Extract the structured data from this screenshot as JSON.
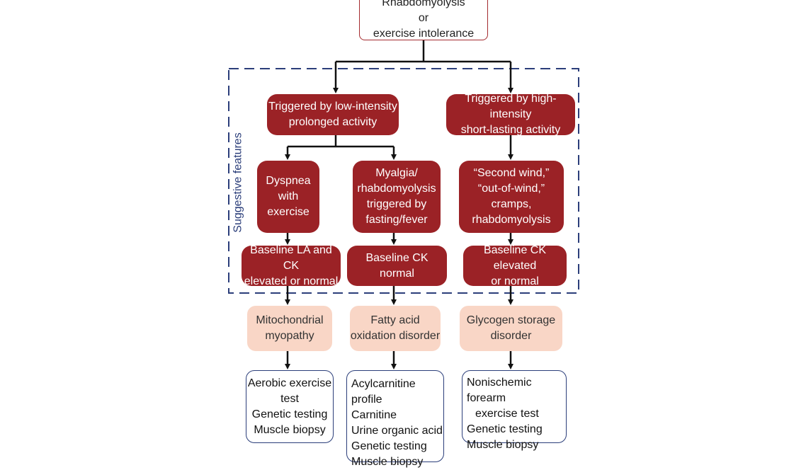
{
  "top": {
    "lines": [
      "Rhabdomyolysis",
      "or",
      "exercise intolerance"
    ]
  },
  "region_label": "Suggestive features",
  "triggers": {
    "low": [
      "Triggered by low-intensity",
      "prolonged activity"
    ],
    "high": [
      "Triggered by high-intensity",
      "short-lasting activity"
    ]
  },
  "features": {
    "dyspnea": [
      "Dyspnea",
      "with",
      "exercise"
    ],
    "myalgia": [
      "Myalgia/",
      "rhabdomyolysis",
      "triggered by",
      "fasting/fever"
    ],
    "second_wind": [
      "“Second wind,”",
      "“out-of-wind,”",
      "cramps,",
      "rhabdomyolysis"
    ]
  },
  "baseline": {
    "mito": [
      "Baseline LA and CK",
      "elevated or normal"
    ],
    "fatty": [
      "Baseline CK normal"
    ],
    "glycogen": [
      "Baseline CK elevated",
      "or normal"
    ]
  },
  "diagnoses": {
    "mito": [
      "Mitochondrial",
      "myopathy"
    ],
    "fatty": [
      "Fatty acid",
      "oxidation disorder"
    ],
    "glycogen": [
      "Glycogen storage",
      "disorder"
    ]
  },
  "tests": {
    "mito": [
      "Aerobic exercise",
      "test",
      "Genetic testing",
      "Muscle biopsy"
    ],
    "fatty": [
      "Acylcarnitine profile",
      "Carnitine",
      "Urine organic acid",
      "Genetic testing",
      "Muscle biopsy"
    ],
    "glycogen": [
      "Nonischemic forearm",
      "exercise test",
      "Genetic testing",
      "Muscle biopsy"
    ]
  },
  "colors": {
    "dark_red": "#9b2226",
    "pink": "#f9d6c6",
    "navy": "#2b3e7a"
  }
}
